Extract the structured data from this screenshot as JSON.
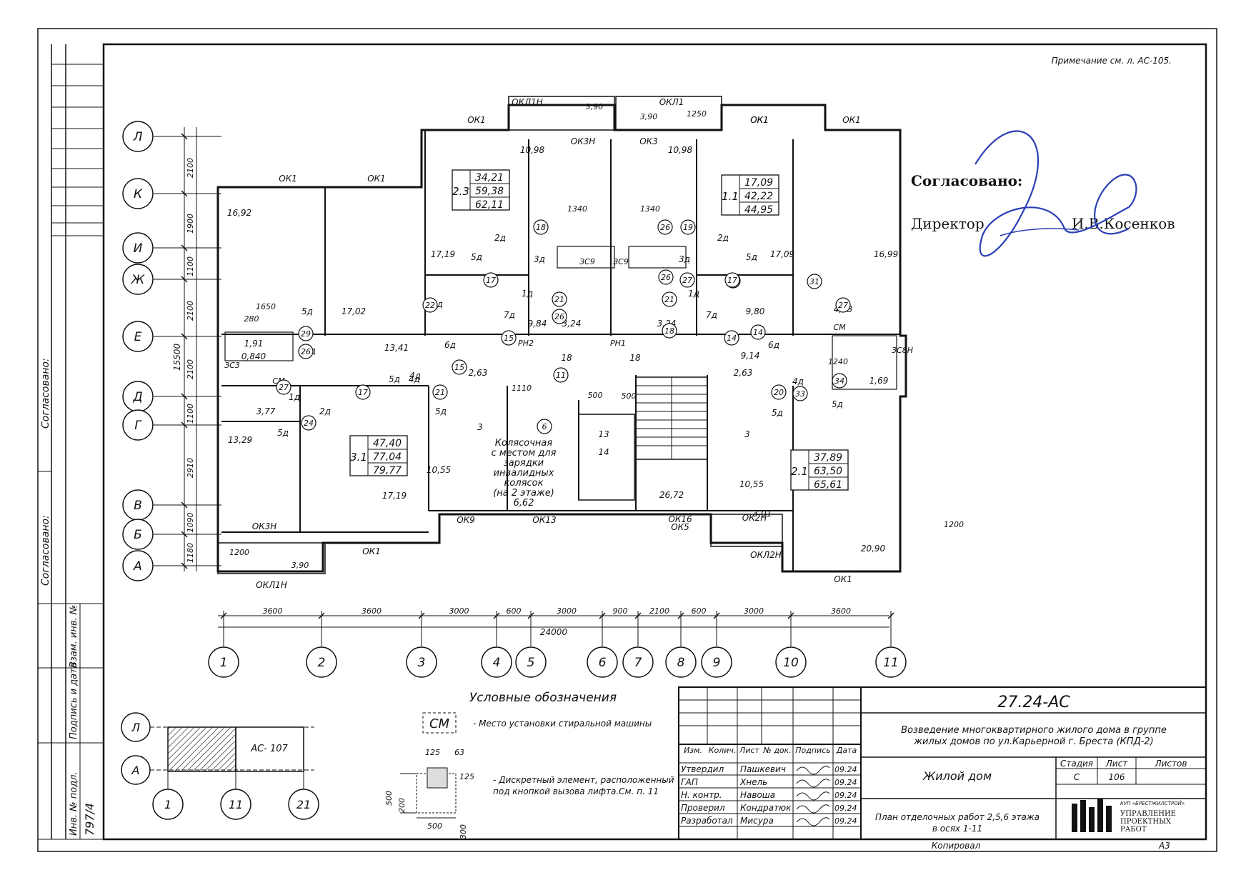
{
  "note": "Примечание см. л. АС-105.",
  "approval": {
    "title": "Согласовано:",
    "role": "Директор",
    "name": "И.В.Косенков"
  },
  "left_strip": {
    "agreed_1": "Согласовано:",
    "agreed_2": "Согласовано:",
    "inv_repl": "Взам. инв. №",
    "sign_date": "Подпись и дата",
    "inv_orig": "Инв. № подл.",
    "inv_number": "797/4"
  },
  "row_axes": [
    {
      "label": "Л"
    },
    {
      "label": "К"
    },
    {
      "label": "И"
    },
    {
      "label": "Ж"
    },
    {
      "label": "Е"
    },
    {
      "label": "Д"
    },
    {
      "label": "Г"
    },
    {
      "label": "В"
    },
    {
      "label": "Б"
    },
    {
      "label": "А"
    }
  ],
  "row_dims": [
    "2100",
    "1900",
    "1100",
    "2100",
    "2100",
    "1100",
    "2910",
    "1090",
    "1180"
  ],
  "row_total": "15500",
  "col_axes": [
    "1",
    "2",
    "3",
    "4",
    "5",
    "6",
    "7",
    "8",
    "9",
    "10",
    "11"
  ],
  "col_dims": [
    "3600",
    "3600",
    "3000",
    "600",
    "3000",
    "900",
    "2100",
    "600",
    "3000",
    "3600"
  ],
  "col_total": "24000",
  "apartments": [
    {
      "rooms": "2.3",
      "areas": [
        "34,21",
        "59,38",
        "62,11"
      ]
    },
    {
      "rooms": "1.1",
      "areas": [
        "17,09",
        "42,22",
        "44,95"
      ]
    },
    {
      "rooms": "3.1",
      "areas": [
        "47,40",
        "77,04",
        "79,77"
      ]
    },
    {
      "rooms": "2.1",
      "areas": [
        "37,89",
        "63,50",
        "65,61"
      ]
    }
  ],
  "room_areas": [
    "16,92",
    "17,02",
    "13,41",
    "17,19",
    "10,98",
    "10,98",
    "17,09",
    "16,99",
    "9,84",
    "3,24",
    "3,24",
    "9,80",
    "9,14",
    "4,23",
    "1,69",
    "1,91",
    "0,840",
    "3,77",
    "13,29",
    "17,19",
    "10,55",
    "26,72",
    "10,55",
    "20,90",
    "2,63",
    "2,63",
    "3,01",
    "18",
    "18",
    "13",
    "14"
  ],
  "window_marks": [
    "ОК1",
    "ОК1",
    "ОК1",
    "ОК1",
    "ОК1",
    "ОК1",
    "ОК1",
    "ОК1",
    "ОКЛ1Н",
    "ОКЛ1",
    "ОК3Н",
    "ОК3",
    "ОК3Н",
    "ОКЛ1Н",
    "ОК9",
    "ОК13",
    "ОК16",
    "ОК5",
    "ОК2Н",
    "ОКЛ2Н"
  ],
  "dimension_marks": [
    "3,90",
    "3,90",
    "1250",
    "1340",
    "1340",
    "1650",
    "280",
    "1110",
    "500",
    "500",
    "1240",
    "1200",
    "1200",
    "3,90",
    "ЗС9",
    "ЗС9",
    "ЗС3",
    "ЗС8Н",
    "РН2",
    "РН1",
    "СМ",
    "СМ"
  ],
  "door_marks": [
    "2д",
    "3д",
    "5д",
    "1д",
    "7д",
    "6д",
    "4д",
    "5д",
    "2д",
    "3д",
    "5д",
    "1д",
    "7д",
    "6д",
    "4д",
    "5д",
    "5д",
    "5д",
    "1д",
    "1д",
    "2д",
    "5д",
    "5д",
    "5д",
    "4д"
  ],
  "circle_marks": [
    "18",
    "17",
    "21",
    "26",
    "22",
    "15",
    "26",
    "27",
    "18",
    "19",
    "21",
    "26",
    "27",
    "14",
    "17",
    "31",
    "27",
    "29",
    "26",
    "27",
    "24",
    "17",
    "21",
    "15",
    "6",
    "11",
    "20",
    "33",
    "34",
    "14"
  ],
  "stroller_room": {
    "lines": [
      "Колясочная",
      "с местом для",
      "зарядки",
      "инвалидных",
      "колясок",
      "(на 2 этаже)"
    ],
    "area": "6,62",
    "num_3a": "3",
    "num_3b": "3"
  },
  "legend": {
    "title": "Условные обозначения",
    "cm_symbol": "СМ",
    "cm_text": "- Место установки стиральной машины",
    "disc_text_1": "- Дискретный элемент, расположенный",
    "disc_text_2": "под кнопкой вызова лифта.См. п. 11",
    "disc_dims": [
      "125",
      "63",
      "125",
      "500",
      "200",
      "500",
      "300"
    ]
  },
  "key_plan": {
    "row_labels": [
      "Л",
      "А"
    ],
    "col_labels": [
      "1",
      "11",
      "21"
    ],
    "sheet_ref": "АС- 107"
  },
  "title_block": {
    "code": "27.24-АС",
    "project_1": "Возведение многоквартирного жилого дома в группе",
    "project_2": "жилых домов по ул.Карьерной  г. Бреста (КПД-2)",
    "building": "Жилой дом",
    "sheet_title_1": "План отделочных работ 2,5,6 этажа",
    "sheet_title_2": "в осях 1-11",
    "hdr": [
      "Изм.",
      "Колич.",
      "Лист",
      "№ док.",
      "Подпись",
      "Дата"
    ],
    "stage_hdr": [
      "Стадия",
      "Лист",
      "Листов"
    ],
    "stage": "С",
    "sheet": "106",
    "sheets": "",
    "people": [
      {
        "role": "Утвердил",
        "name": "Пашкевич",
        "date": "09.24"
      },
      {
        "role": "ГАП",
        "name": "Хнель",
        "date": "09.24"
      },
      {
        "role": "Н. контр.",
        "name": "Навоша",
        "date": "09.24"
      },
      {
        "role": "Проверил",
        "name": "Кондратюк",
        "date": "09.24"
      },
      {
        "role": "Разработал",
        "name": "Мисура",
        "date": "09.24"
      }
    ],
    "org_1": "КУП «БРЕСТЖИЛСТРОЙ»",
    "org_2": "УПРАВЛЕНИЕ",
    "org_3": "ПРОЕКТНЫХ",
    "org_4": "РАБОТ",
    "copied": "Копировал",
    "format": "А3"
  }
}
